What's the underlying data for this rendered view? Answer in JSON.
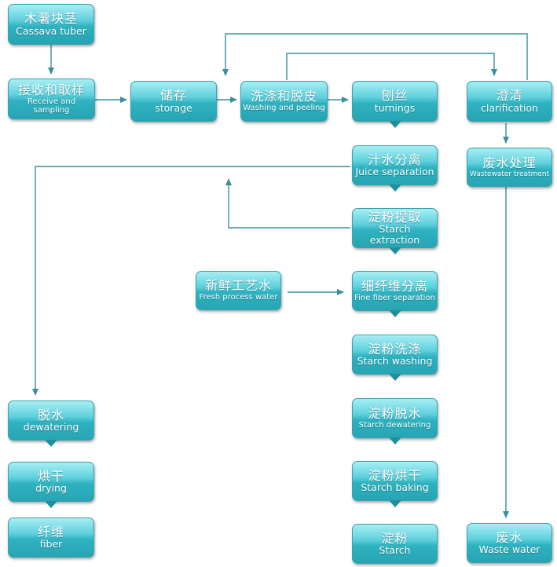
{
  "nodes": {
    "cassava_tuber": {
      "zh": "木薯块茎",
      "en": "Cassava tuber"
    },
    "receive": {
      "zh": "接收和取样",
      "en": "Receive and sampling"
    },
    "storage": {
      "zh": "储存",
      "en": "storage"
    },
    "washing": {
      "zh": "洗涤和脱皮",
      "en": "Washing and peeling"
    },
    "turnings": {
      "zh": "刨丝",
      "en": "turnings"
    },
    "clarification": {
      "zh": "澄清",
      "en": "clarification"
    },
    "juice_separation": {
      "zh": "汁水分离",
      "en": "Juice separation"
    },
    "wastewater_treatment": {
      "zh": "废水处理",
      "en": "Wastewater treatment"
    },
    "starch_extraction": {
      "zh": "淀粉提取",
      "en": "Starch extraction"
    },
    "fresh_water": {
      "zh": "新鲜工艺水",
      "en": "Fresh process water"
    },
    "fine_fiber": {
      "zh": "细纤维分离",
      "en": "Fine fiber separation"
    },
    "starch_washing": {
      "zh": "淀粉洗涤",
      "en": "Starch washing"
    },
    "dewatering": {
      "zh": "脱水",
      "en": "dewatering"
    },
    "starch_dewatering": {
      "zh": "淀粉脱水",
      "en": "Starch dewatering"
    },
    "drying": {
      "zh": "烘干",
      "en": "drying"
    },
    "starch_baking": {
      "zh": "淀粉烘干",
      "en": "Starch baking"
    },
    "fiber": {
      "zh": "纤维",
      "en": "fiber"
    },
    "starch": {
      "zh": "淀粉",
      "en": "Starch"
    },
    "waste_water": {
      "zh": "废水",
      "en": "Waste water"
    }
  },
  "colors": {
    "box_top": "#a7eef4",
    "box_bottom": "#27a4b3",
    "connector": "#3a8f9b",
    "text": "#ffffff"
  }
}
